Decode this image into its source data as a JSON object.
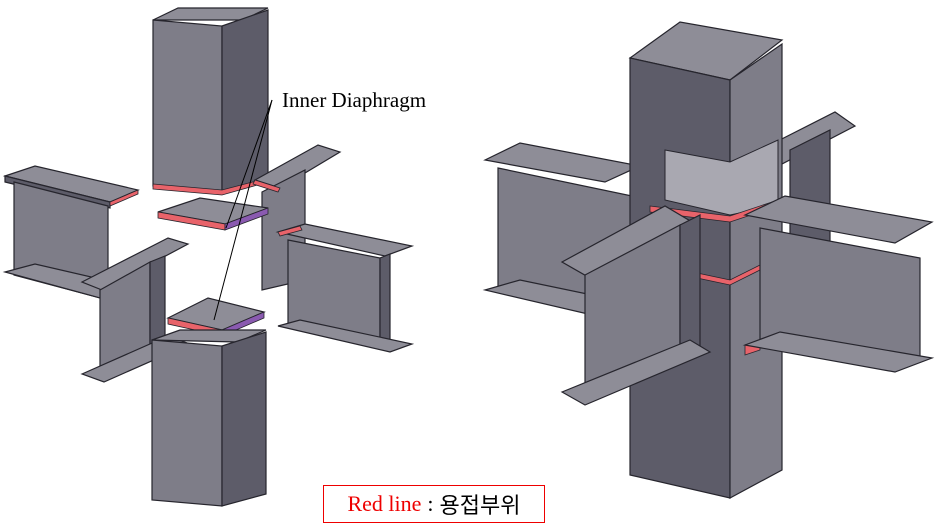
{
  "annotation": {
    "label": "Inner Diaphragm"
  },
  "legend": {
    "red_text": "Red line",
    "separator": ":",
    "meaning": "용접부위"
  },
  "colors": {
    "steel": "#7e7d88",
    "weld": "#e8636a",
    "legend_red": "#ee0000"
  }
}
